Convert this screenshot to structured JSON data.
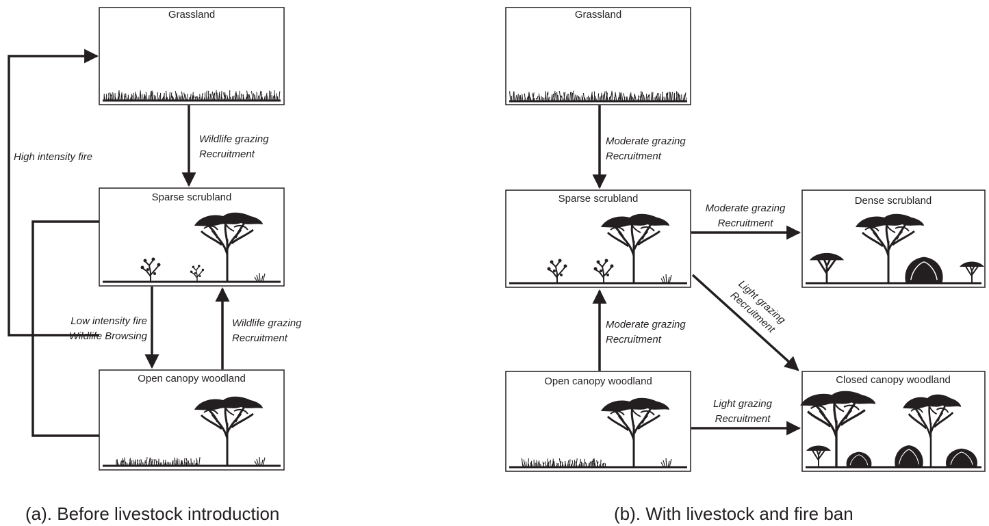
{
  "panel_a": {
    "caption": "(a). Before livestock introduction",
    "states": {
      "grassland": "Grassland",
      "sparse_scrubland": "Sparse scrubland",
      "open_canopy_woodland": "Open canopy woodland"
    },
    "transitions": {
      "high_intensity_fire": "High intensity fire",
      "grass_to_sparse": [
        "Wildlife grazing",
        "Recruitment"
      ],
      "sparse_to_open": [
        "Low intensity fire",
        "Wildlife Browsing"
      ],
      "open_to_sparse": [
        "Wildlife grazing",
        "Recruitment"
      ]
    }
  },
  "panel_b": {
    "caption": "(b). With livestock and fire ban",
    "states": {
      "grassland": "Grassland",
      "sparse_scrubland": "Sparse scrubland",
      "dense_scrubland": "Dense scrubland",
      "open_canopy_woodland": "Open canopy woodland",
      "closed_canopy_woodland": "Closed canopy woodland"
    },
    "transitions": {
      "grass_to_sparse": [
        "Moderate grazing",
        "Recruitment"
      ],
      "sparse_to_dense": [
        "Moderate grazing",
        "Recruitment"
      ],
      "sparse_to_closed": [
        "Light grazing",
        "Recruitment"
      ],
      "open_to_sparse": [
        "Moderate grazing",
        "Recruitment"
      ],
      "open_to_closed": [
        "Light grazing",
        "Recruitment"
      ]
    }
  },
  "colors": {
    "ink": "#231f20",
    "background": "#ffffff"
  }
}
